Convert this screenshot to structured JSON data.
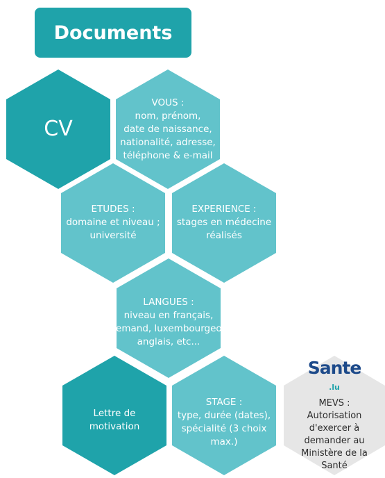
{
  "title": "Documents",
  "colors": {
    "dark_teal": "#1fa3aa",
    "light_teal": "#62c3cb",
    "grey": "#e6e6e6",
    "logo_blue": "#1d4a8a",
    "text_white": "#ffffff",
    "text_dark": "#2d2d2d"
  },
  "hexagons": {
    "cv": {
      "label": "CV"
    },
    "vous": {
      "heading": "VOUS :",
      "lines": [
        "nom, prénom,",
        "date de naissance,",
        "nationalité, adresse,",
        "téléphone & e-mail"
      ]
    },
    "etudes": {
      "heading": "ETUDES :",
      "lines": [
        "domaine et niveau ;",
        "université"
      ]
    },
    "experience": {
      "heading": "EXPERIENCE :",
      "lines": [
        "stages en médecine",
        "réalisés"
      ]
    },
    "langues": {
      "heading": "LANGUES :",
      "lines": [
        "niveau en français,",
        "allemand, luxembourgeois,",
        "anglais, etc..."
      ]
    },
    "lettre": {
      "lines": [
        "Lettre de",
        "motivation"
      ]
    },
    "stage": {
      "heading": "STAGE :",
      "lines": [
        "type, durée (dates),",
        "spécialité (3 choix",
        "max.)"
      ]
    },
    "mevs": {
      "logo_main": "Sante",
      "logo_suffix": ".lu",
      "heading": "MEVS :",
      "lines": [
        "Autorisation",
        "d'exercer à",
        "demander au",
        "Ministère de la",
        "Santé"
      ]
    }
  }
}
